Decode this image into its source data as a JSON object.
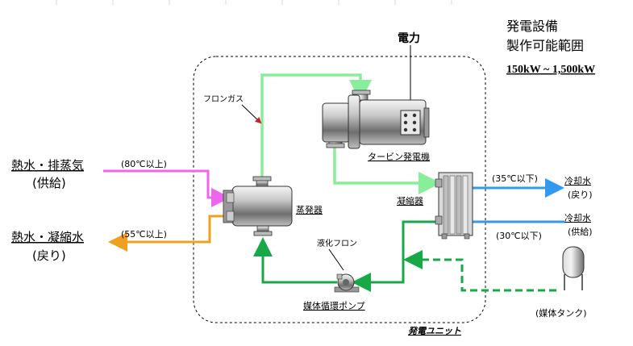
{
  "header": {
    "spec_line1": "発電設備",
    "spec_line2": "製作可能範囲",
    "spec_range": "150kW ~ 1,500kW"
  },
  "labels": {
    "power": "電力",
    "turbine": "タービン発電機",
    "freon_gas": "フロンガス",
    "evaporator": "蒸発器",
    "condenser": "凝縮器",
    "liquid_freon": "液化フロン",
    "pump": "媒体循環ポンプ",
    "unit": "発電ユニット",
    "tank": "(媒体タンク)"
  },
  "inlets": {
    "hot_in_line1": "熱水・排蒸気",
    "hot_in_line2": "(供給)",
    "hot_in_temp": "(80℃以上)",
    "hot_out_line1": "熱水・凝縮水",
    "hot_out_line2": "(戻り)",
    "hot_out_temp": "(55℃以上)"
  },
  "cooling": {
    "out_temp": "(35℃以下)",
    "out_line1": "冷却水",
    "out_line2": "(戻り)",
    "in_temp": "(30℃以下)",
    "in_line1": "冷却水",
    "in_line2": "(供給)"
  },
  "colors": {
    "hot_supply": "#ee66ee",
    "hot_return": "#f0a020",
    "freon_gas": "#88ee99",
    "liquid": "#18a848",
    "cooling": "#3399ee",
    "return_arrow": "#cc2222"
  }
}
